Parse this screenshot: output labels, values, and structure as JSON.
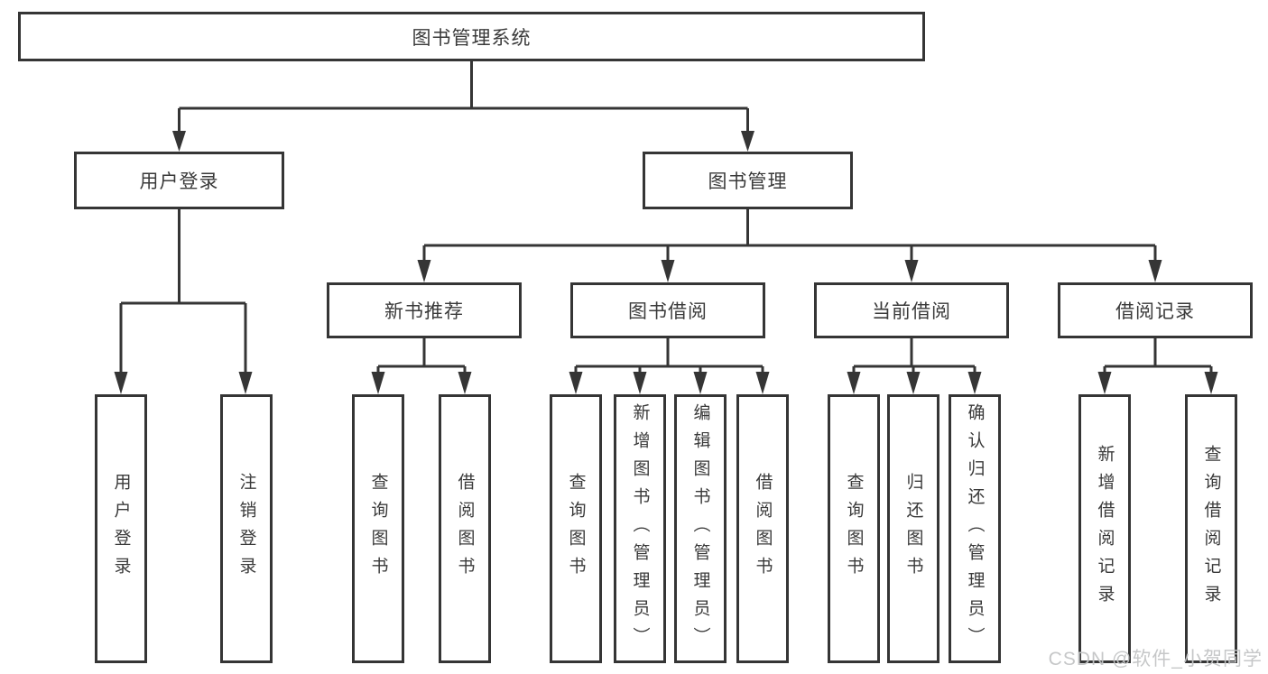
{
  "colors": {
    "line": "#353535",
    "box_border": "#353535",
    "text": "#3a3a3a",
    "watermark": "#c3c5c6",
    "background": "#ffffff"
  },
  "watermark": {
    "text": "CSDN @软件_小贺同学"
  },
  "tree": {
    "root": {
      "label": "图书管理系统"
    },
    "children": [
      {
        "label": "用户登录",
        "children": [
          {
            "label": "用户登录"
          },
          {
            "label": "注销登录"
          }
        ]
      },
      {
        "label": "图书管理",
        "children": [
          {
            "label": "新书推荐",
            "children": [
              {
                "label": "查询图书"
              },
              {
                "label": "借阅图书"
              }
            ]
          },
          {
            "label": "图书借阅",
            "children": [
              {
                "label": "查询图书"
              },
              {
                "label": "新增图书（管理员）"
              },
              {
                "label": "编辑图书（管理员）"
              },
              {
                "label": "借阅图书"
              }
            ]
          },
          {
            "label": "当前借阅",
            "children": [
              {
                "label": "查询图书"
              },
              {
                "label": "归还图书"
              },
              {
                "label": "确认归还（管理员）"
              }
            ]
          },
          {
            "label": "借阅记录",
            "children": [
              {
                "label": "新增借阅记录"
              },
              {
                "label": "查询借阅记录"
              }
            ]
          }
        ]
      }
    ]
  }
}
